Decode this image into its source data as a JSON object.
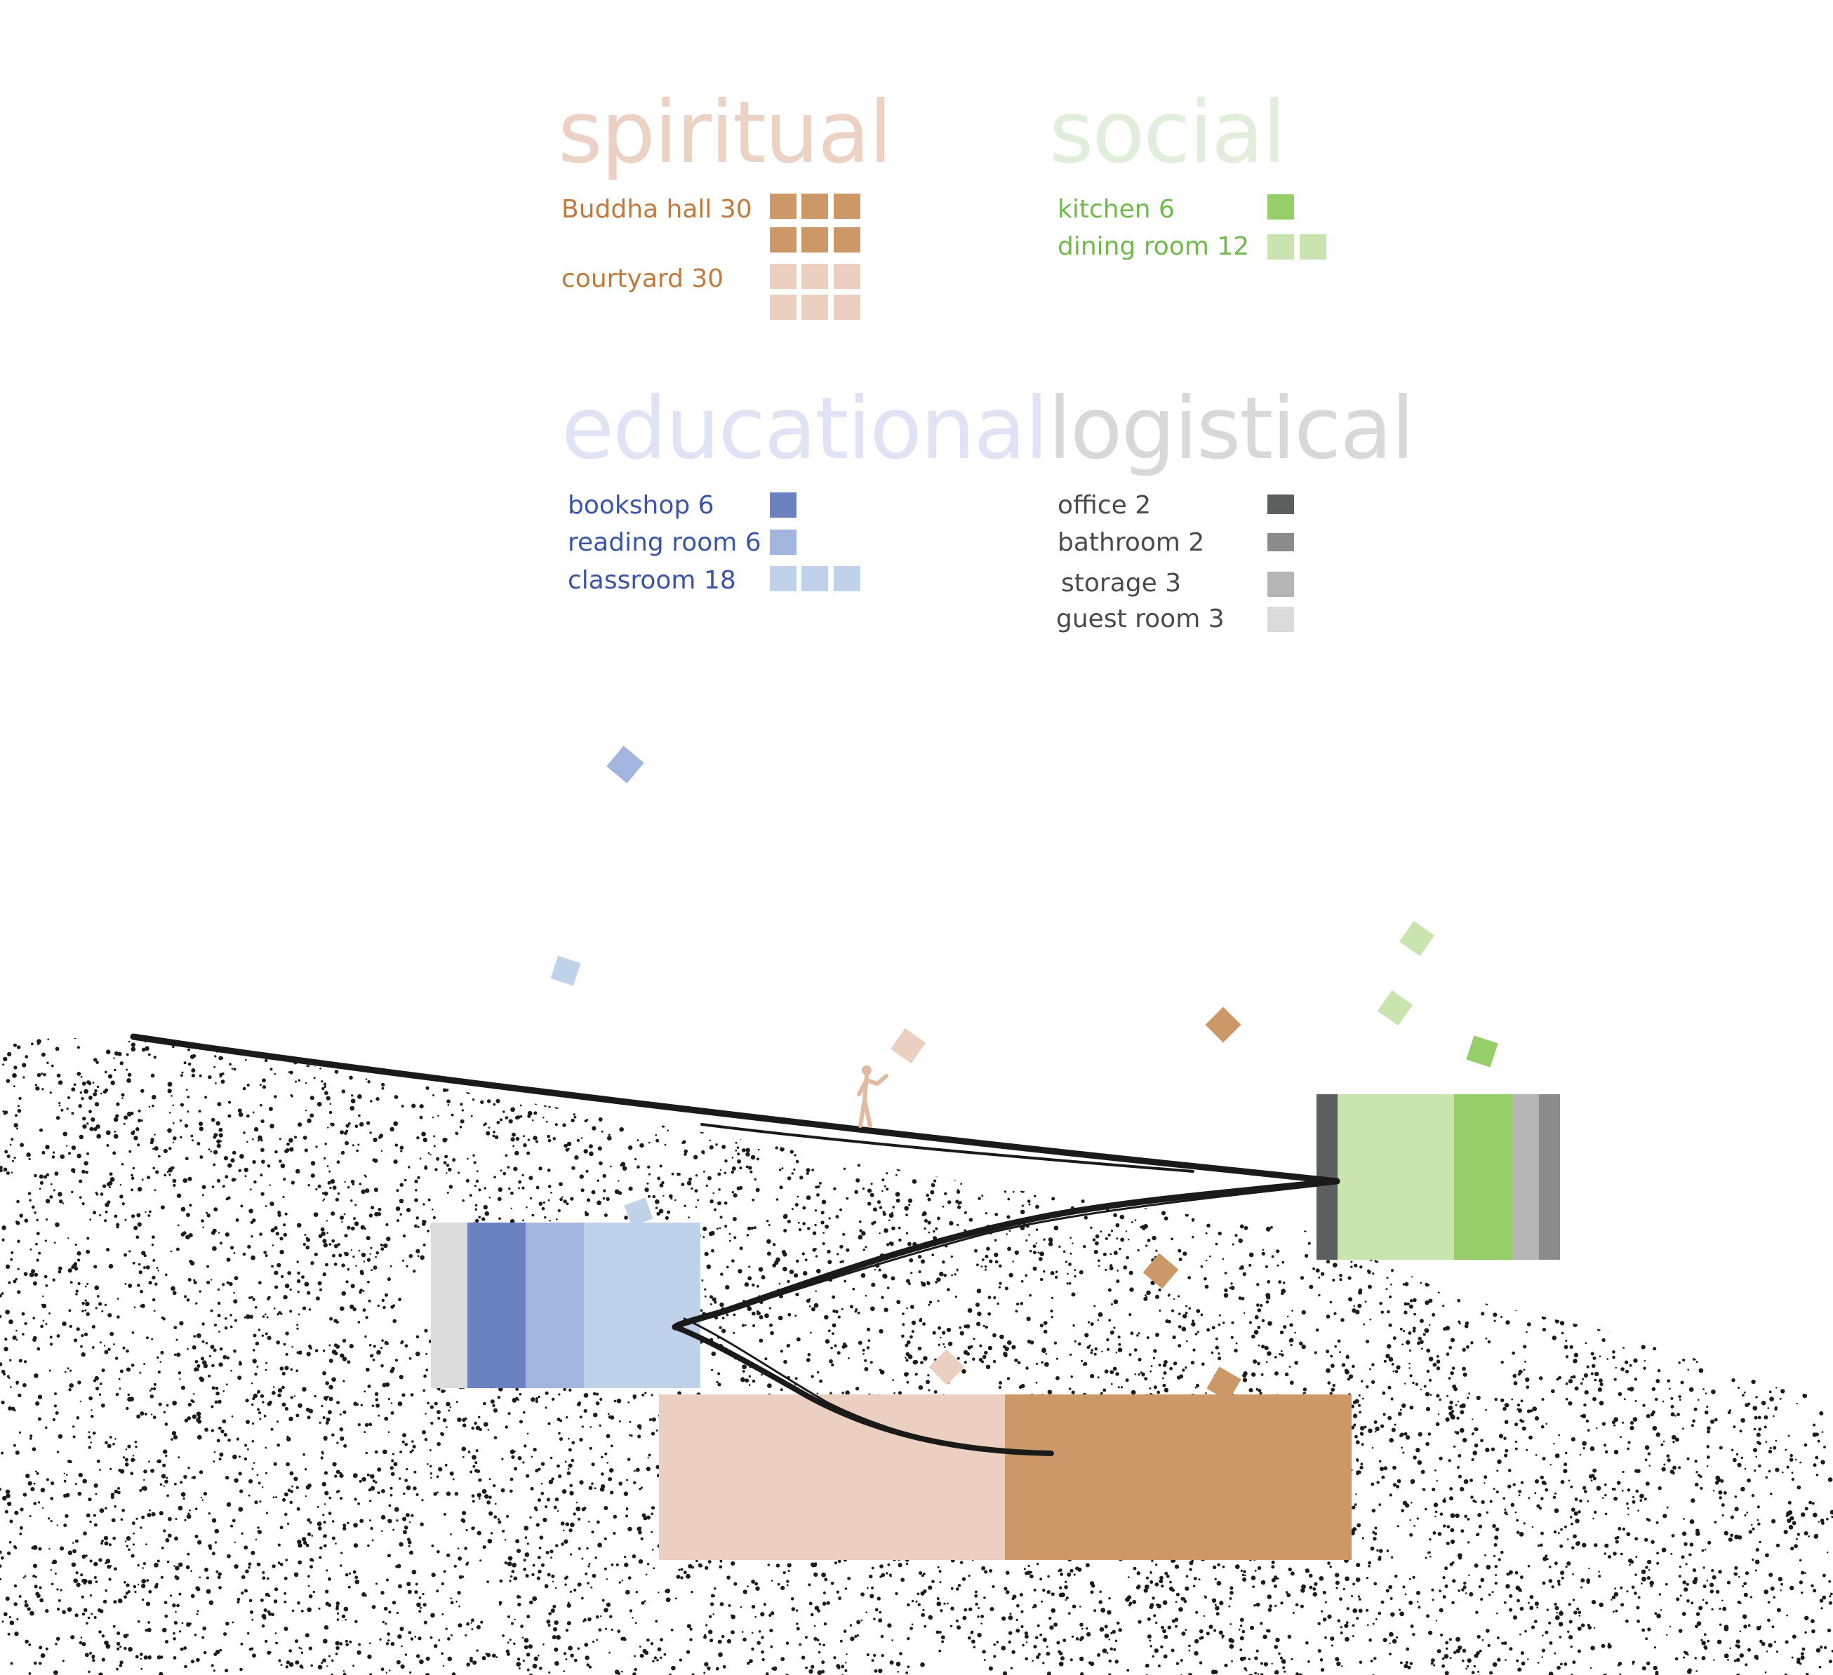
{
  "categories": {
    "spiritual": {
      "title": "spiritual",
      "title_color": "#ecd2c4",
      "label_color": "#c07a3e",
      "items": [
        {
          "label": "Buddha hall 30",
          "color": "#cd9867",
          "units": 6
        },
        {
          "label": "courtyard 30",
          "color": "#ebd0c1",
          "units": 6
        }
      ]
    },
    "social": {
      "title": "social",
      "title_color": "#e0eedb",
      "label_color": "#72b94b",
      "items": [
        {
          "label": "kitchen 6",
          "color": "#96cf69",
          "units": 1
        },
        {
          "label": "dining room 12",
          "color": "#cae4b0",
          "units": 2
        }
      ]
    },
    "educational": {
      "title": "educational",
      "title_color": "#dfe3f3",
      "label_color": "#3b55a5",
      "items": [
        {
          "label": "bookshop 6",
          "color": "#6b82c1",
          "units": 1
        },
        {
          "label": "reading room 6",
          "color": "#a2b5de",
          "units": 1
        },
        {
          "label": "classroom 18",
          "color": "#c0d1ea",
          "units": 3
        }
      ]
    },
    "logistical": {
      "title": "logistical",
      "title_color": "#d8d8d9",
      "label_color": "#4a4a4a",
      "items": [
        {
          "label": "office 2",
          "color": "#5d5e60",
          "units": 1
        },
        {
          "label": "bathroom 2",
          "color": "#8c8c8d",
          "units": 1
        },
        {
          "label": "storage 3",
          "color": "#b5b5b6",
          "units": 1
        },
        {
          "label": "guest room 3",
          "color": "#dbdbdc",
          "units": 1
        }
      ]
    }
  },
  "colors": {
    "path": "#1a1a1a",
    "stipple": "#1c1c1c",
    "figure": "#e2b9a1"
  }
}
